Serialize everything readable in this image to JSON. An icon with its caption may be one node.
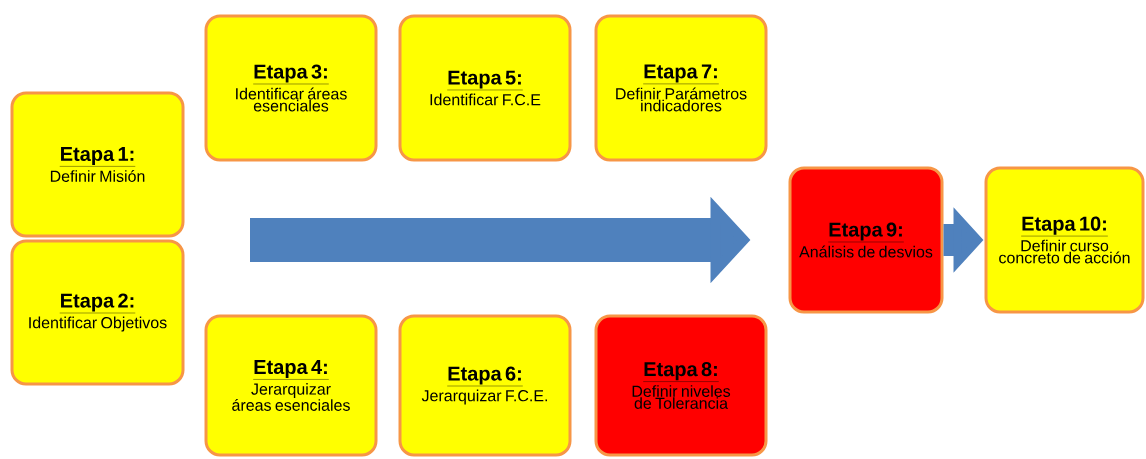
{
  "diagram": {
    "nodes": [
      {
        "text": [
          "Etapa 1:",
          "Definir Misión"
        ]
      },
      {
        "text": [
          "Etapa 2:",
          "Identificar Objetivos"
        ]
      },
      {
        "text": [
          "Etapa 3:",
          "Identificar áreas esenciales"
        ]
      },
      {
        "text": [
          "Etapa 4:",
          "Jerarquizar áreas esenciales"
        ]
      },
      {
        "text": [
          "Etapa 5:",
          "Identificar F.C.E"
        ]
      },
      {
        "text": [
          "Etapa 6:",
          "Jerarquizar F.C.E."
        ]
      },
      {
        "text": [
          "Etapa 7:",
          "Definir Parámetros indicadores"
        ]
      },
      {
        "text": [
          "Etapa 8:",
          "Definir niveles de Tolerancia"
        ]
      },
      {
        "text": [
          "Etapa 9:",
          "Análisis de desvios"
        ]
      },
      {
        "text": [
          "Etapa 10:",
          "Definir curso concreto de acción"
        ]
      }
    ],
    "edges": [
      {
        "from": null,
        "to": 8,
        "arrow": "to"
      },
      {
        "from": 8,
        "to": 9,
        "arrow": "to"
      }
    ]
  }
}
